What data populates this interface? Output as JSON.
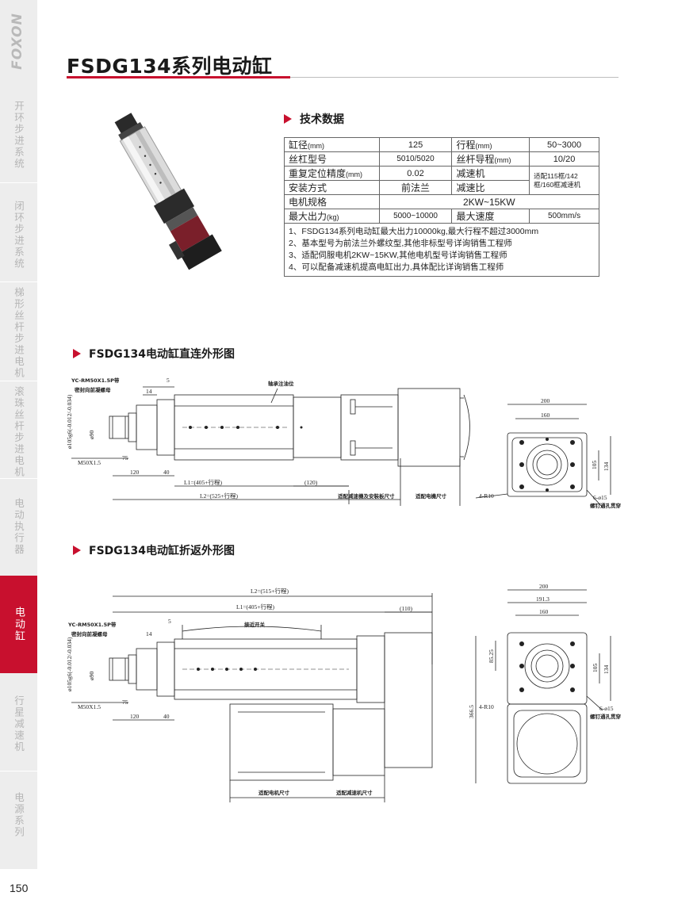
{
  "sidebar": {
    "brand": "FOXON",
    "tabs": [
      {
        "label": "开环步进系统",
        "active": false
      },
      {
        "label": "闭环步进系统",
        "active": false
      },
      {
        "label": "梯形丝杆步进电机",
        "active": false
      },
      {
        "label": "滚珠丝杆步进电机",
        "active": false
      },
      {
        "label": "电动执行器",
        "active": false
      },
      {
        "label": "电动缸",
        "active": true
      },
      {
        "label": "行星减速机",
        "active": false
      },
      {
        "label": "电源系列",
        "active": false
      }
    ]
  },
  "page_number": "150",
  "title": "FSDG134系列电动缸",
  "accent_color": "#c8102e",
  "spec": {
    "heading": "技术数据",
    "rows": [
      {
        "l1": "缸径",
        "u1": "(mm)",
        "v1": "125",
        "l2": "行程",
        "u2": "(mm)",
        "v2": "50~3000"
      },
      {
        "l1": "丝杠型号",
        "u1": "",
        "v1": "5010/5020",
        "l2": "丝杆导程",
        "u2": "(mm)",
        "v2": "10/20"
      },
      {
        "l1": "重复定位精度",
        "u1": "(mm)",
        "v1": "0.02",
        "l2": "减速机",
        "u2": "",
        "v2": ""
      },
      {
        "l1": "安装方式",
        "u1": "",
        "v1": "前法兰",
        "l2": "减速比",
        "u2": "",
        "v2": ""
      }
    ],
    "reducer_note": "适配115框/142框/160框减速机",
    "motor_label": "电机规格",
    "motor_value": "2KW~15KW",
    "force_label": "最大出力",
    "force_unit": "(kg)",
    "force_value": "5000~10000",
    "speed_label": "最大速度",
    "speed_value": "500mm/s",
    "notes": [
      "1、FSDG134系列电动缸最大出力10000kg,最大行程不超过3000mm",
      "2、基本型号为前法兰外螺纹型,其他非标型号详询销售工程师",
      "3、适配伺服电机2KW~15KW,其他电机型号详询销售工程师",
      "4、可以配备减速机提高电缸出力,具体配比详询销售工程师"
    ]
  },
  "drawing1": {
    "heading": "FSDG134电动缸直连外形图",
    "labels": {
      "rod_end": "YC-RM50X1.5P带",
      "rod_end2": "密封向前凝螺母",
      "grease": "轴承注油位",
      "thread": "M50X1.5",
      "dia": "ø105g6(-0.012/-0.034)",
      "dia90": "ø90",
      "d5": "5",
      "d14": "14",
      "d75": "75",
      "d120": "120",
      "d40": "40",
      "l1": "L1=(405+行程)",
      "l2": "L2=(525+行程)",
      "d120b": "(120)",
      "reducer_size": "适配减速機及安裝板尺寸",
      "motor_size": "适配电機尺寸",
      "w200": "200",
      "w160": "160",
      "h105": "105",
      "h134": "134",
      "r10": "4-R10",
      "holes": "6-ø15",
      "holes2": "螺钉通孔贯穿"
    }
  },
  "drawing2": {
    "heading": "FSDG134电动缸折返外形图",
    "labels": {
      "rod_end": "YC-RM50X1.5P带",
      "rod_end2": "密封向前凝螺母",
      "switch": "接近开关",
      "thread": "M50X1.5",
      "dia": "ø105g6(-0.012/-0.034)",
      "dia90": "ø90",
      "d5": "5",
      "d14": "14",
      "d75": "75",
      "d120": "120",
      "d40": "40",
      "l2": "L2=(515+行程)",
      "l1": "L1=(405+行程)",
      "d110": "(110)",
      "motor_size": "适配电机尺寸",
      "reducer_size": "适配减速机尺寸",
      "w200": "200",
      "w191": "191.3",
      "w160": "160",
      "h8525": "85.25",
      "h105": "105",
      "h134": "134",
      "h366": "366.5",
      "r10": "4-R10",
      "holes": "6-ø15",
      "holes2": "螺钉通孔贯穿"
    }
  }
}
